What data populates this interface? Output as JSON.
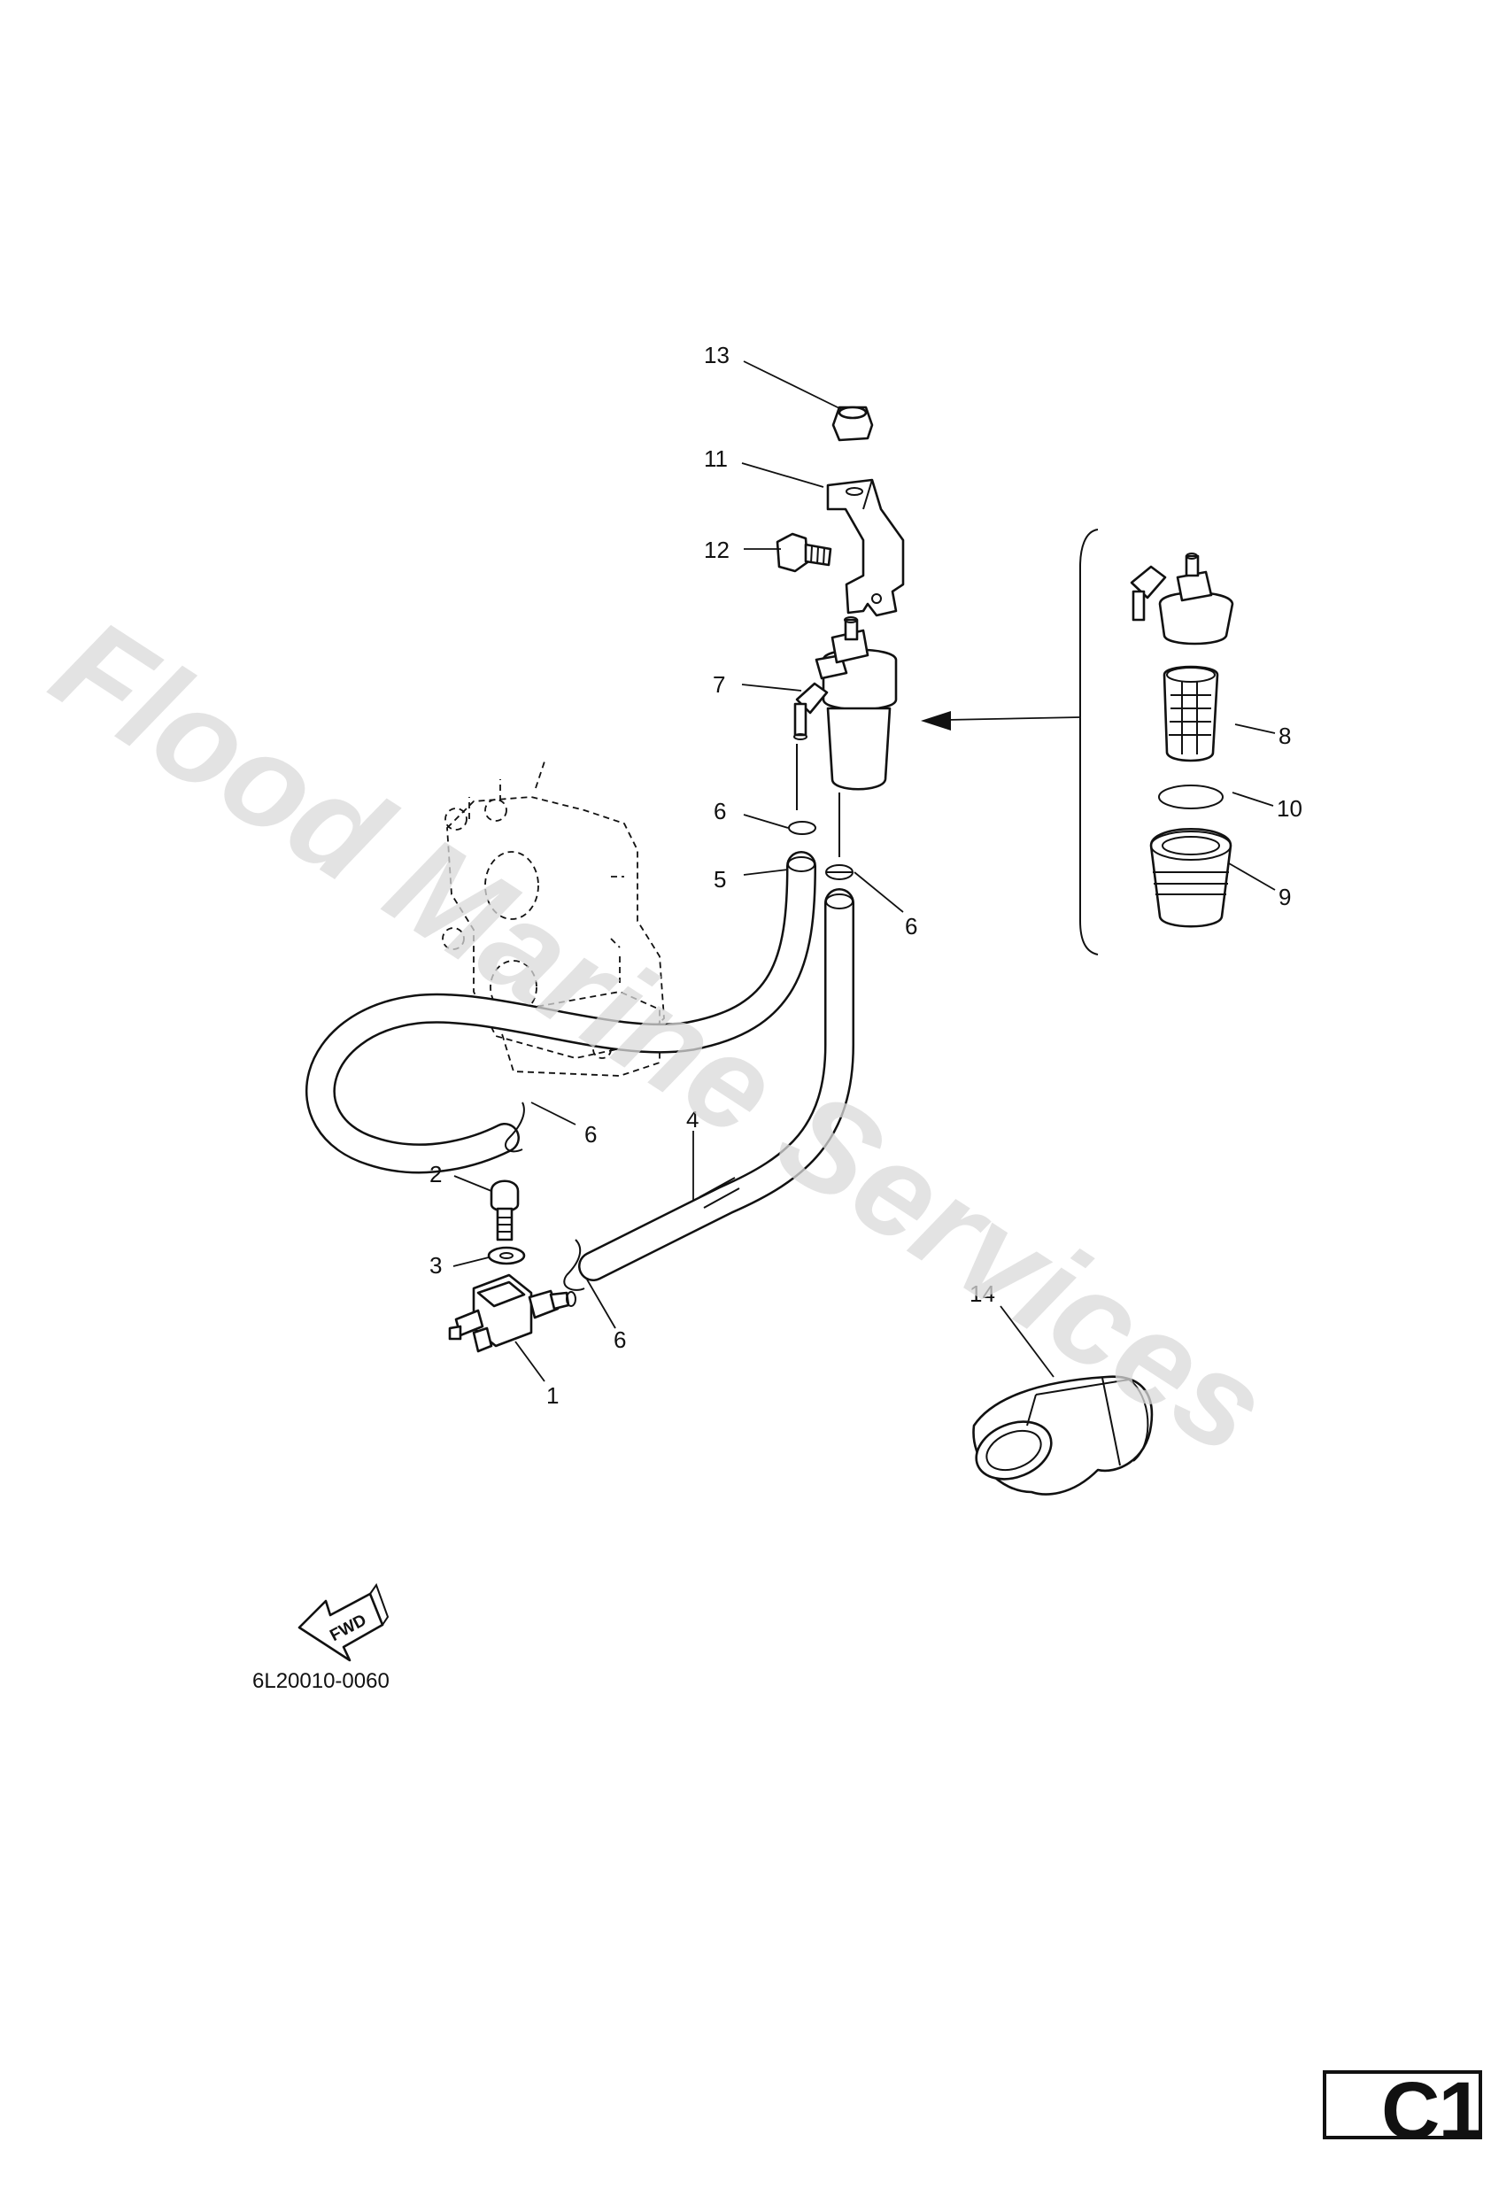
{
  "watermark": "Flood Marine Services",
  "callouts": {
    "p1": "1",
    "p2": "2",
    "p3": "3",
    "p4": "4",
    "p5": "5",
    "p6a": "6",
    "p6b": "6",
    "p6c": "6",
    "p6d": "6",
    "p7": "7",
    "p8": "8",
    "p9": "9",
    "p10": "10",
    "p11": "11",
    "p12": "12",
    "p13": "13",
    "p14": "14"
  },
  "fwd_label": "FWD",
  "drawing_code": "6L20010-0060",
  "section_code": "C1",
  "colors": {
    "ink": "#111111",
    "watermark": "#d9d9d9",
    "background": "#ffffff"
  }
}
